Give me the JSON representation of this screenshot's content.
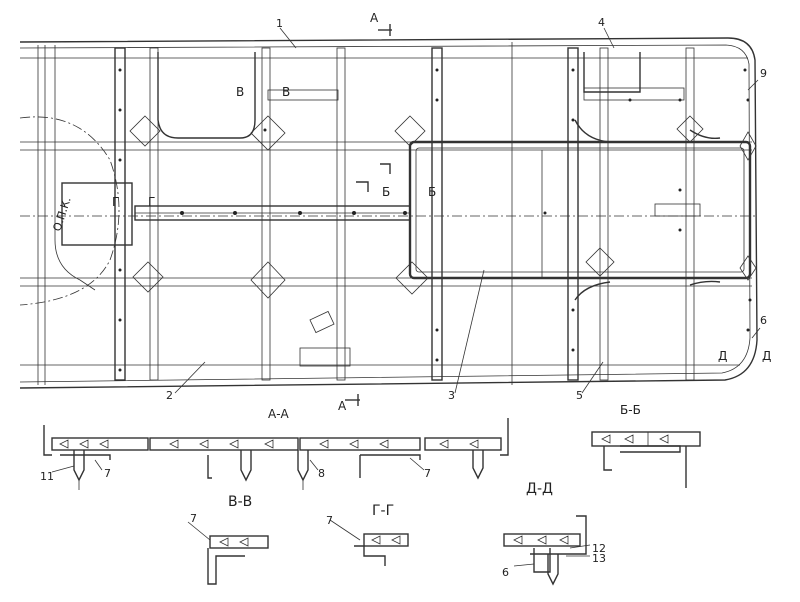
{
  "plan": {
    "callouts": [
      "1",
      "2",
      "3",
      "4",
      "5",
      "6",
      "9"
    ],
    "section_marks": {
      "a_top": "А",
      "a_bottom": "А",
      "b1": "Б",
      "b2": "Б",
      "v1": "В",
      "v2": "В",
      "g1": "Г",
      "g2": "Г",
      "d1": "Д",
      "d2": "Д"
    },
    "side_label": "О.П.К."
  },
  "sections": {
    "aa": {
      "title": "А-А",
      "callouts": [
        "11",
        "7",
        "8",
        "7"
      ]
    },
    "bb": {
      "title": "Б-Б"
    },
    "vv": {
      "title": "В-В",
      "callout": "7"
    },
    "gg": {
      "title": "Г-Г",
      "callout": "7"
    },
    "dd": {
      "title": "Д-Д",
      "callouts": [
        "6",
        "12",
        "13"
      ]
    }
  }
}
